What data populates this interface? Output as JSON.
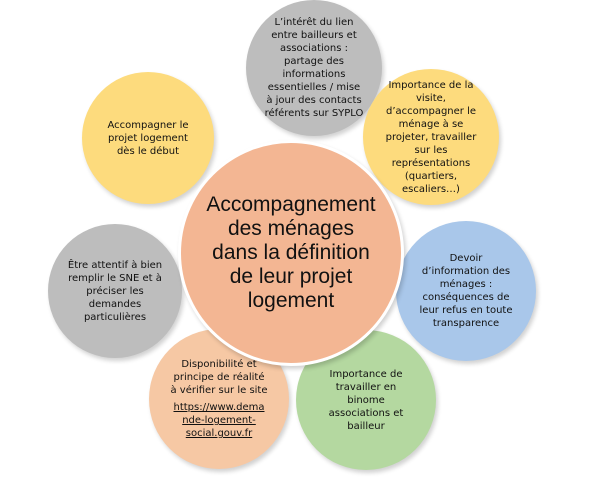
{
  "colors": {
    "center": "#F3B693",
    "gray": "#BDBDBD",
    "yellow": "#FDDB7D",
    "blue": "#A9C7EA",
    "green": "#B4D8A0",
    "peach": "#F6C8A4"
  },
  "diagram": {
    "center": "Accompagnement\ndes ménages\ndans la définition\nde leur projet\nlogement",
    "top": "L’intérêt du lien\nentre bailleurs et\nassociations :\npartage des\ninformations\nessentielles / mise\nà jour des contacts\nréférents sur SYPLO",
    "top_left": "Accompagner le\nprojet logement\ndès le début",
    "top_right": "Importance de la\nvisite,\nd’accompagner le\nménage à se\nprojeter, travailler\nsur les\nreprésentations\n(quartiers,\nescaliers…)",
    "left": "Être attentif à bien\nremplir le SNE et à\npréciser les\ndemandes\nparticulières",
    "right": "Devoir\nd’information des\nménages :\nconséquences de\nleur refus en toute\ntransparence",
    "bottom_left": "Disponibilité et\nprincipe de réalité\nà vérifier sur le site",
    "bottom_left_link": "https://www.dema\nnde-logement-\nsocial.gouv.fr",
    "bottom_right": "Importance de\ntravailler en\nbinome\nassociations et\nbailleur"
  }
}
